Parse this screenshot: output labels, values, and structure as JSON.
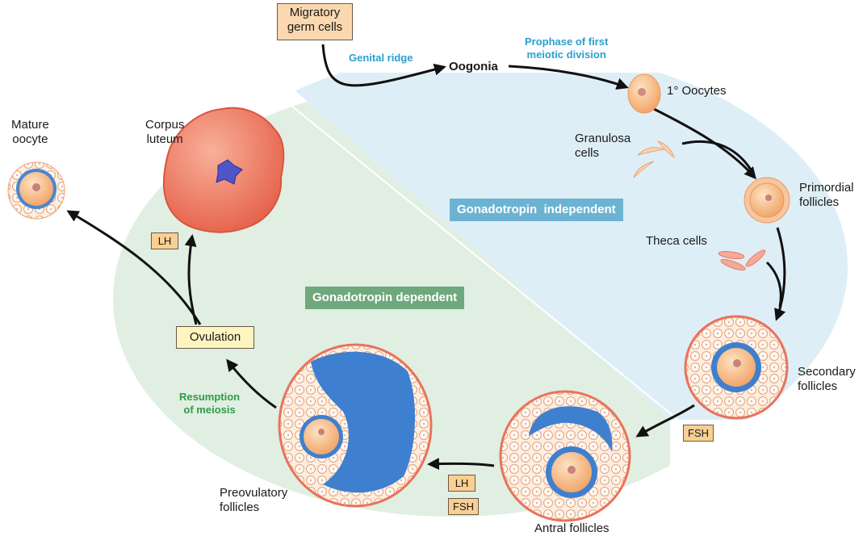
{
  "colors": {
    "independent_region": "#dcedf7",
    "dependent_region": "#deeedf",
    "independent_banner": "#6cb3d3",
    "dependent_banner": "#6fa87c",
    "hormone_box": "#f9cf94",
    "migratory_box": "#fbd8b0",
    "ovulation_box": "#fdf4c0",
    "oocyte": "#f4b37a",
    "follicle_ring": "#ef7b62",
    "antrum": "#3f7fcf",
    "corpus_luteum": "#ee7a62"
  },
  "boxes": {
    "migratory": "Migratory\ngerm cells",
    "ovulation": "Ovulation"
  },
  "stages": {
    "oogonia": "Oogonia",
    "primary_oocytes": "1° Oocytes",
    "granulosa": [
      "Granulosa",
      "cells"
    ],
    "primordial": [
      "Primordial",
      "follicles"
    ],
    "theca": "Theca cells",
    "secondary": [
      "Secondary",
      "follicles"
    ],
    "antral": "Antral follicles",
    "preovulatory": [
      "Preovulatory",
      "follicles"
    ],
    "corpus_luteum": [
      "Corpus",
      "luteum"
    ],
    "mature_oocyte": [
      "Mature",
      "oocyte"
    ]
  },
  "process_labels": {
    "genital_ridge": "Genital ridge",
    "prophase": [
      "Prophase of first",
      "meiotic division"
    ],
    "resumption": [
      "Resumption",
      "of meiosis"
    ]
  },
  "banners": {
    "independent": "Gonadotropin  independent",
    "dependent": "Gonadotropin dependent"
  },
  "hormones": {
    "fsh_secondary_to_antral": "FSH",
    "lh_antral_to_preov": "LH",
    "fsh_antral_to_preov": "FSH",
    "lh_ovulation_to_cl": "LH"
  }
}
